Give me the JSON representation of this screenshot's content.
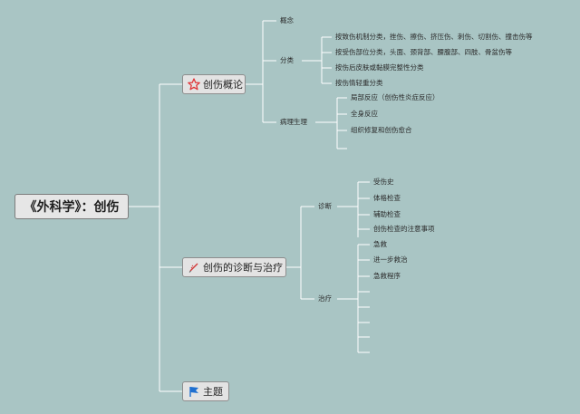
{
  "root": {
    "title": "《外科学》：创伤"
  },
  "topics": {
    "t1": {
      "label": "创伤概论",
      "icon": "star-icon"
    },
    "t2": {
      "label": "创伤的诊断与治疗",
      "icon": "needle-icon"
    },
    "t3": {
      "label": "主题",
      "icon": "flag-icon"
    }
  },
  "t1_children": {
    "concept": "概念",
    "classification": "分类",
    "pathophysiology": "病理生理"
  },
  "classification_items": [
    "按致伤机制分类，挫伤、擦伤、挤压伤、刺伤、切割伤、撞击伤等",
    "按受伤部位分类，头面、颈背部、腰腹部、四肢、骨盆伤等",
    "按伤后皮肤或黏膜完整性分类",
    "按伤情轻重分类"
  ],
  "pathophysiology_items": [
    "局部反应（创伤性炎症反应）",
    "全身反应",
    "组织修复和创伤愈合"
  ],
  "t2_children": {
    "diagnosis": "诊断",
    "treatment": "治疗"
  },
  "diagnosis_items": [
    "受伤史",
    "体格检查",
    "辅助检查",
    "创伤检查的注意事项"
  ],
  "treatment_items": [
    "急救",
    "进一步救治",
    "急救程序"
  ],
  "colors": {
    "background": "#a9c5c4",
    "lines": "#ffffff",
    "star": "#e0393c",
    "flag": "#1e6fd0"
  }
}
